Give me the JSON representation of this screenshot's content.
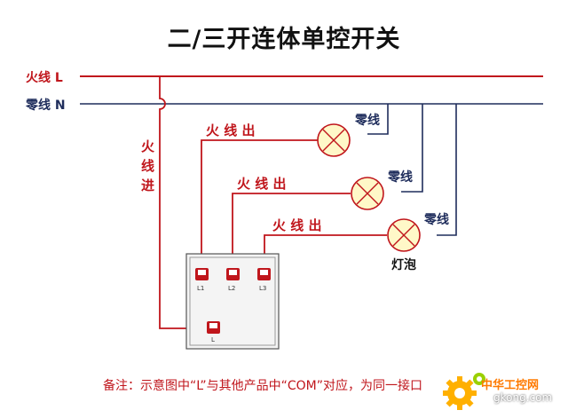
{
  "title": "二/三开连体单控开关",
  "lines": {
    "live_label": "火线 L",
    "neutral_label": "零线 N",
    "live_color": "#c0161c",
    "neutral_color": "#1f2d5c"
  },
  "live_in": {
    "chars": [
      "火",
      "线",
      "进"
    ]
  },
  "live_out": [
    "火 线 出",
    "火 线 出",
    "火 线 出"
  ],
  "neutral_labels": [
    "零线",
    "零线",
    "零线"
  ],
  "lamp_label": "灯泡",
  "switch": {
    "terminals": [
      "L1",
      "L2",
      "L3"
    ],
    "common": "L"
  },
  "note": "备注：示意图中“L”与其他产品中“COM”对应，为同一接口",
  "watermark": {
    "brand": "中华工控网",
    "url": "gkong.com",
    "color": "#ff7a00"
  }
}
